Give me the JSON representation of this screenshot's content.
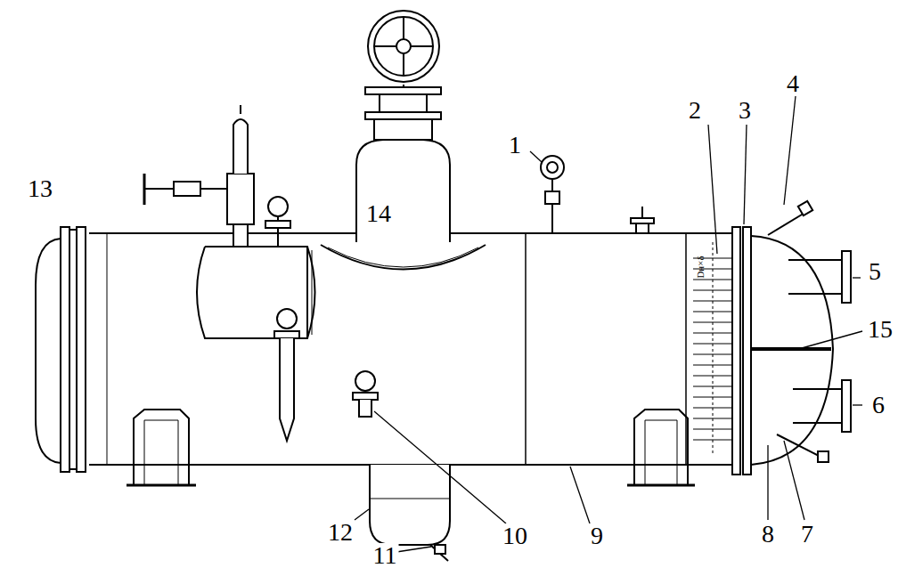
{
  "diagram": {
    "labels": [
      "13",
      "14",
      "1",
      "2",
      "3",
      "4",
      "5",
      "15",
      "6",
      "12",
      "11",
      "10",
      "9",
      "8",
      "7",
      "Dн×δ"
    ]
  }
}
